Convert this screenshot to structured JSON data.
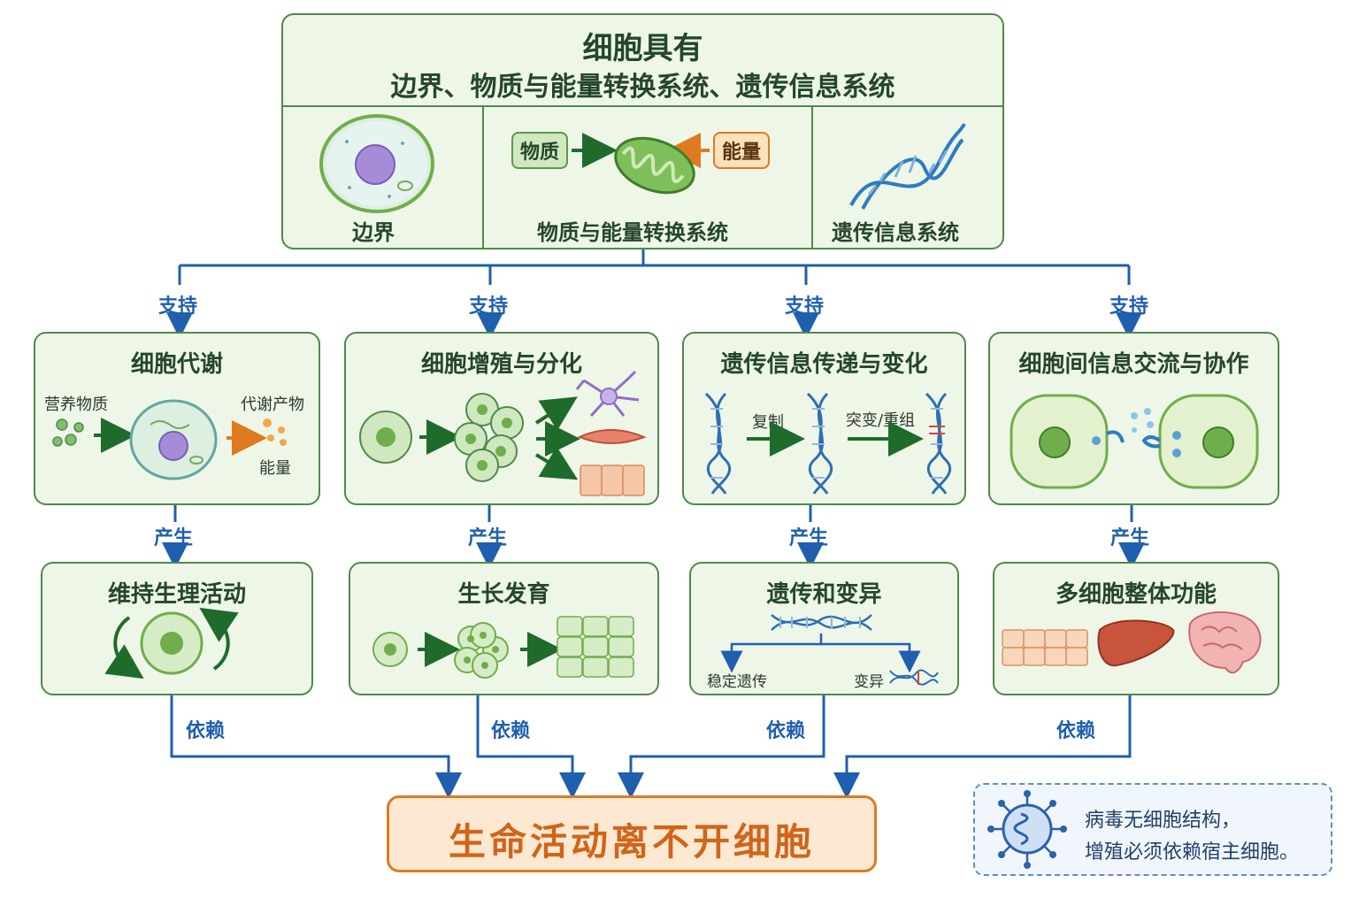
{
  "top": {
    "title": "细胞具有",
    "subtitle": "边界、物质与能量转换系统、遗传信息系统",
    "panels": {
      "boundary": "边界",
      "conversion": "物质与能量转换系统",
      "conversion_in": "物质",
      "conversion_energy": "能量",
      "genetic": "遗传信息系统"
    }
  },
  "links": {
    "support": "支持",
    "produce": "产生",
    "depend": "依赖"
  },
  "level2": [
    {
      "title": "细胞代谢",
      "left_label": "营养物质",
      "right_label_top": "代谢产物",
      "right_label_bottom": "能量"
    },
    {
      "title": "细胞增殖与分化"
    },
    {
      "title": "遗传信息传递与变化",
      "step1": "复制",
      "step2": "突变/重组"
    },
    {
      "title": "细胞间信息交流与协作"
    }
  ],
  "level3": [
    {
      "title": "维持生理活动"
    },
    {
      "title": "生长发育"
    },
    {
      "title": "遗传和变异",
      "left": "稳定遗传",
      "right": "变异"
    },
    {
      "title": "多细胞整体功能"
    }
  ],
  "conclusion": "生命活动离不开细胞",
  "note": {
    "line1": "病毒无细胞结构，",
    "line2": "增殖必须依赖宿主细胞。"
  },
  "colors": {
    "green_border": "#4f8a4b",
    "panel_bg": "#eef6e8",
    "blue_arrow": "#1f5fae",
    "orange": "#e07a1f"
  }
}
